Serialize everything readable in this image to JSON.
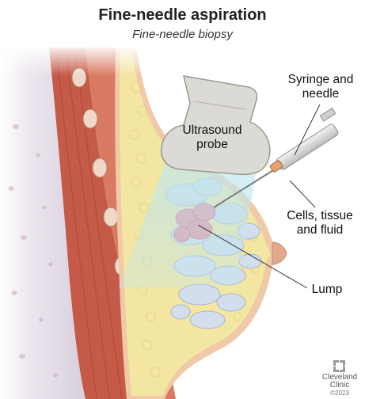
{
  "title": "Fine-needle aspiration",
  "subtitle": "Fine-needle biopsy",
  "labels": {
    "syringe": "Syringe and\nneedle",
    "probe": "Ultrasound\nprobe",
    "cells": "Cells, tissue\nand fluid",
    "lump": "Lump"
  },
  "logo": {
    "name": "Cleveland\nClinic",
    "year": "©2023"
  },
  "colors": {
    "skin": "#f0c9a8",
    "muscle": "#c55a48",
    "fat": "#f3e6a2",
    "gland": "#d4ddec",
    "lump": "#ec8a9e",
    "beam": "#bfe6ee",
    "probe": "#dcdad4"
  }
}
